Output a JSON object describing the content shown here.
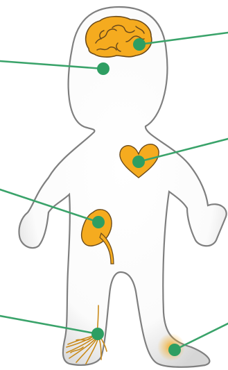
{
  "figure": {
    "subject": "human-body-organs",
    "labels": []
  },
  "colors": {
    "organ_fill": "#f5ab1f",
    "organ_outline": "#6b4a1a",
    "body_outline": "#7f7f7f",
    "body_fill": "#ffffff",
    "body_shade": "#d9d9d9",
    "leader_line": "#3aa36a",
    "marker": "#2e9e62"
  },
  "organs": [
    {
      "name": "brain",
      "icon": "brain-icon"
    },
    {
      "name": "head",
      "icon": "head-region-icon"
    },
    {
      "name": "heart",
      "icon": "heart-icon"
    },
    {
      "name": "kidney",
      "icon": "kidney-icon"
    },
    {
      "name": "nerves",
      "icon": "nerve-icon"
    },
    {
      "name": "foot",
      "icon": "foot-glow-icon"
    }
  ]
}
